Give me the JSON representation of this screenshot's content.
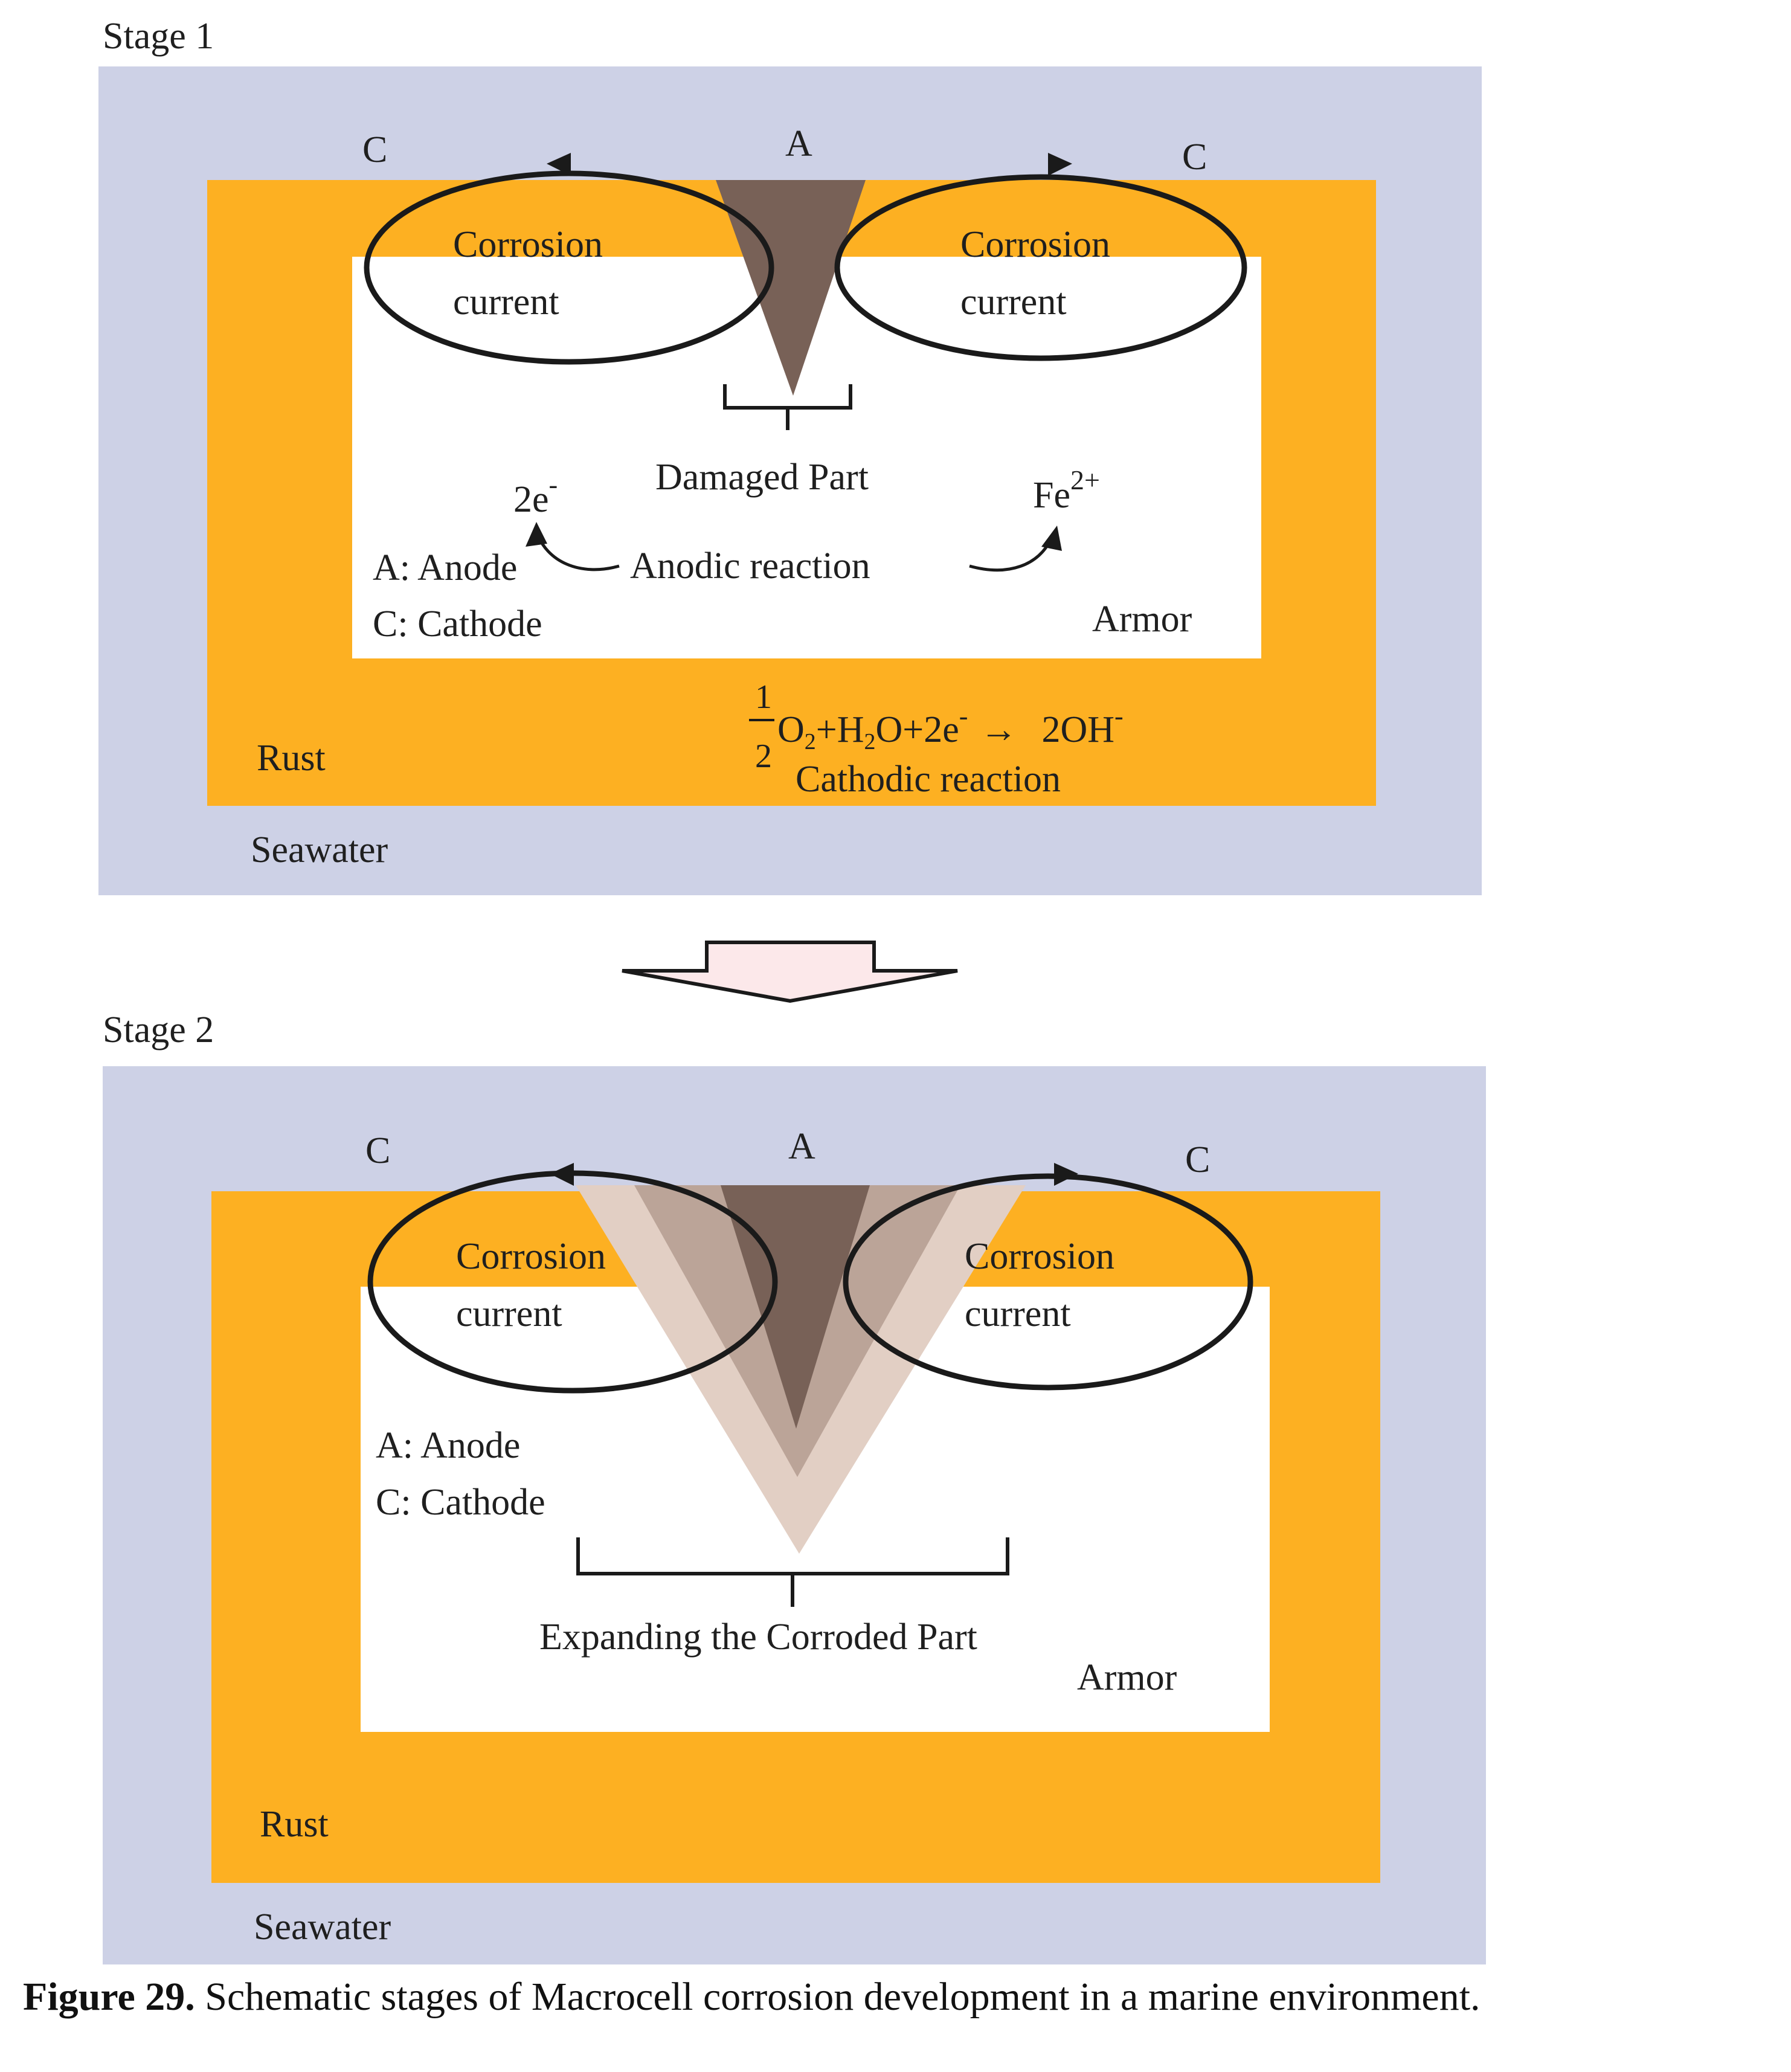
{
  "colors": {
    "seawater": "#cdd1e6",
    "rust": "#fdb022",
    "armor": "#ffffff",
    "pit_dark": "#786157",
    "pit_mid": "#bba498",
    "pit_light": "#e2cfc4",
    "line": "#1a1a1a"
  },
  "stage1": {
    "title": "Stage 1",
    "cathode_left": "C",
    "anode": "A",
    "cathode_right": "C",
    "current_left_line1": "Corrosion",
    "current_left_line2": "current",
    "current_right_line1": "Corrosion",
    "current_right_line2": "current",
    "damaged_part": "Damaged Part",
    "electrons": "2e",
    "electrons_sup": "-",
    "iron_ion": "Fe",
    "iron_ion_sup": "2+",
    "anodic_reaction": "Anodic reaction",
    "legend_anode": "A: Anode",
    "legend_cathode": "C: Cathode",
    "armor": "Armor",
    "rust": "Rust",
    "seawater": "Seawater",
    "fraction_num": "1",
    "fraction_den": "2",
    "eq_o": "O",
    "eq_o_sub": "2",
    "eq_h2o_h": "+H",
    "eq_h2o_sub": "2",
    "eq_h2o_o": "O+2e",
    "eq_e_sup": "-",
    "eq_arrow": "→",
    "eq_product": "2OH",
    "eq_product_sup": "-",
    "cathodic_reaction": "Cathodic reaction"
  },
  "stage2": {
    "title": "Stage 2",
    "cathode_left": "C",
    "anode": "A",
    "cathode_right": "C",
    "current_left_line1": "Corrosion",
    "current_left_line2": "current",
    "current_right_line1": "Corrosion",
    "current_right_line2": "current",
    "legend_anode": "A: Anode",
    "legend_cathode": "C: Cathode",
    "expanding": "Expanding the Corroded Part",
    "armor": "Armor",
    "rust": "Rust",
    "seawater": "Seawater"
  },
  "caption": {
    "label": "Figure 29.",
    "text": " Schematic stages of Macrocell corrosion development in a marine environment."
  }
}
